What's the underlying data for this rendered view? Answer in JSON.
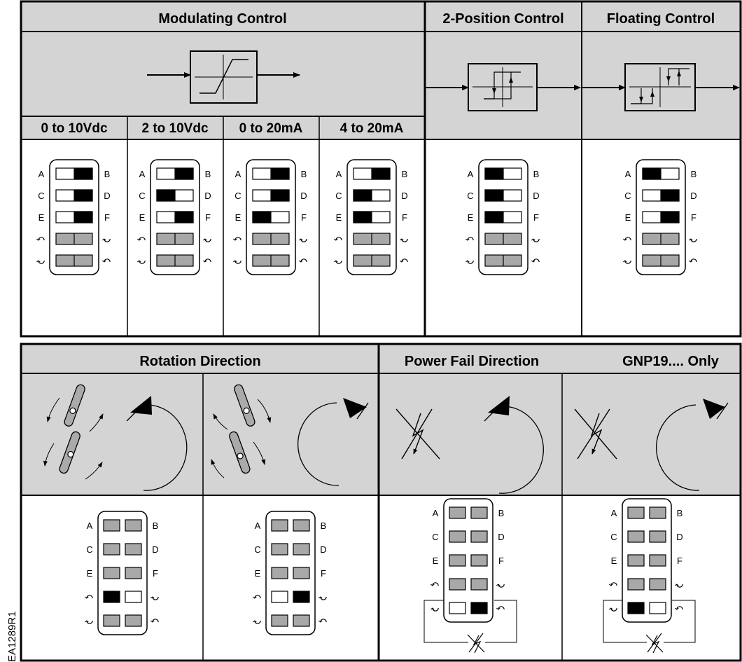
{
  "top_table": {
    "modulating_header": "Modulating Control",
    "two_position_header": "2-Position Control",
    "floating_header": "Floating Control",
    "signal_ranges": [
      "0 to 10Vdc",
      "2 to 10Vdc",
      "0 to 20mA",
      "4 to 20mA"
    ]
  },
  "bottom_table": {
    "rotation_header": "Rotation Direction",
    "power_fail_header": "Power Fail Direction",
    "power_fail_note": "GNP19.... Only"
  },
  "switch_labels": {
    "row1": [
      "A",
      "B"
    ],
    "row2": [
      "C",
      "D"
    ],
    "row3": [
      "E",
      "F"
    ]
  },
  "switch_settings": [
    {
      "id": "0-10vdc",
      "rows": [
        "WK",
        "WK",
        "WK",
        "GG",
        "GG"
      ]
    },
    {
      "id": "2-10vdc",
      "rows": [
        "WK",
        "KW",
        "WK",
        "GG",
        "GG"
      ]
    },
    {
      "id": "0-20ma",
      "rows": [
        "WK",
        "WK",
        "KW",
        "GG",
        "GG"
      ]
    },
    {
      "id": "4-20ma",
      "rows": [
        "WK",
        "KW",
        "KW",
        "GG",
        "GG"
      ]
    },
    {
      "id": "2-position",
      "rows": [
        "KW",
        "KW",
        "KW",
        "GG",
        "GG"
      ]
    },
    {
      "id": "floating",
      "rows": [
        "KW",
        "WK",
        "WK",
        "GG",
        "GG"
      ]
    },
    {
      "id": "rotation-ccw",
      "rows": [
        "GG",
        "GG",
        "GG",
        "KW",
        "GG"
      ]
    },
    {
      "id": "rotation-cw",
      "rows": [
        "GG",
        "GG",
        "GG",
        "WK",
        "GG"
      ]
    },
    {
      "id": "powerfail-ccw",
      "rows": [
        "GG",
        "GG",
        "GG",
        "GG",
        "WK"
      ]
    },
    {
      "id": "powerfail-cw",
      "rows": [
        "GG",
        "GG",
        "GG",
        "GG",
        "KW"
      ]
    }
  ],
  "figure_code": "EA1289R1",
  "colors": {
    "gray_fill": "#d4d4d4",
    "switch_gray": "#a8a8a8",
    "black": "#000000"
  }
}
